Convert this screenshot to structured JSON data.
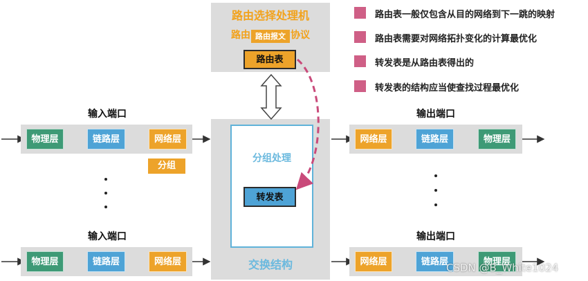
{
  "routing_processor": {
    "title": "路由选择处理机",
    "protocol_partial": "路由",
    "protocol_suffix": "协议",
    "packet_tag": "路由报文",
    "table": "路由表"
  },
  "switch_fabric": {
    "inner_label": "分组处理",
    "forwarding_table": "转发表",
    "caption": "交换结构"
  },
  "input_port": {
    "label": "输入端口",
    "layers": [
      "物理层",
      "链路层",
      "网络层"
    ]
  },
  "output_port": {
    "label": "输出端口",
    "layers": [
      "网络层",
      "链路层",
      "物理层"
    ]
  },
  "packet_label": "分组",
  "legend": [
    "路由表一般仅包含从目的网络到下一跳的映射",
    "路由表需要对网络拓扑变化的计算最优化",
    "转发表是从路由表得出的",
    "转发表的结构应当使查找过程最优化"
  ],
  "watermark": "CSDN @B_White1024",
  "colors": {
    "physical": "#3e9a76",
    "link": "#4ea3d6",
    "network": "#eda32a",
    "accent_title": "#f2a21b",
    "legend_marker": "#cf5f86",
    "dashed_arrow": "#c94a7a"
  }
}
